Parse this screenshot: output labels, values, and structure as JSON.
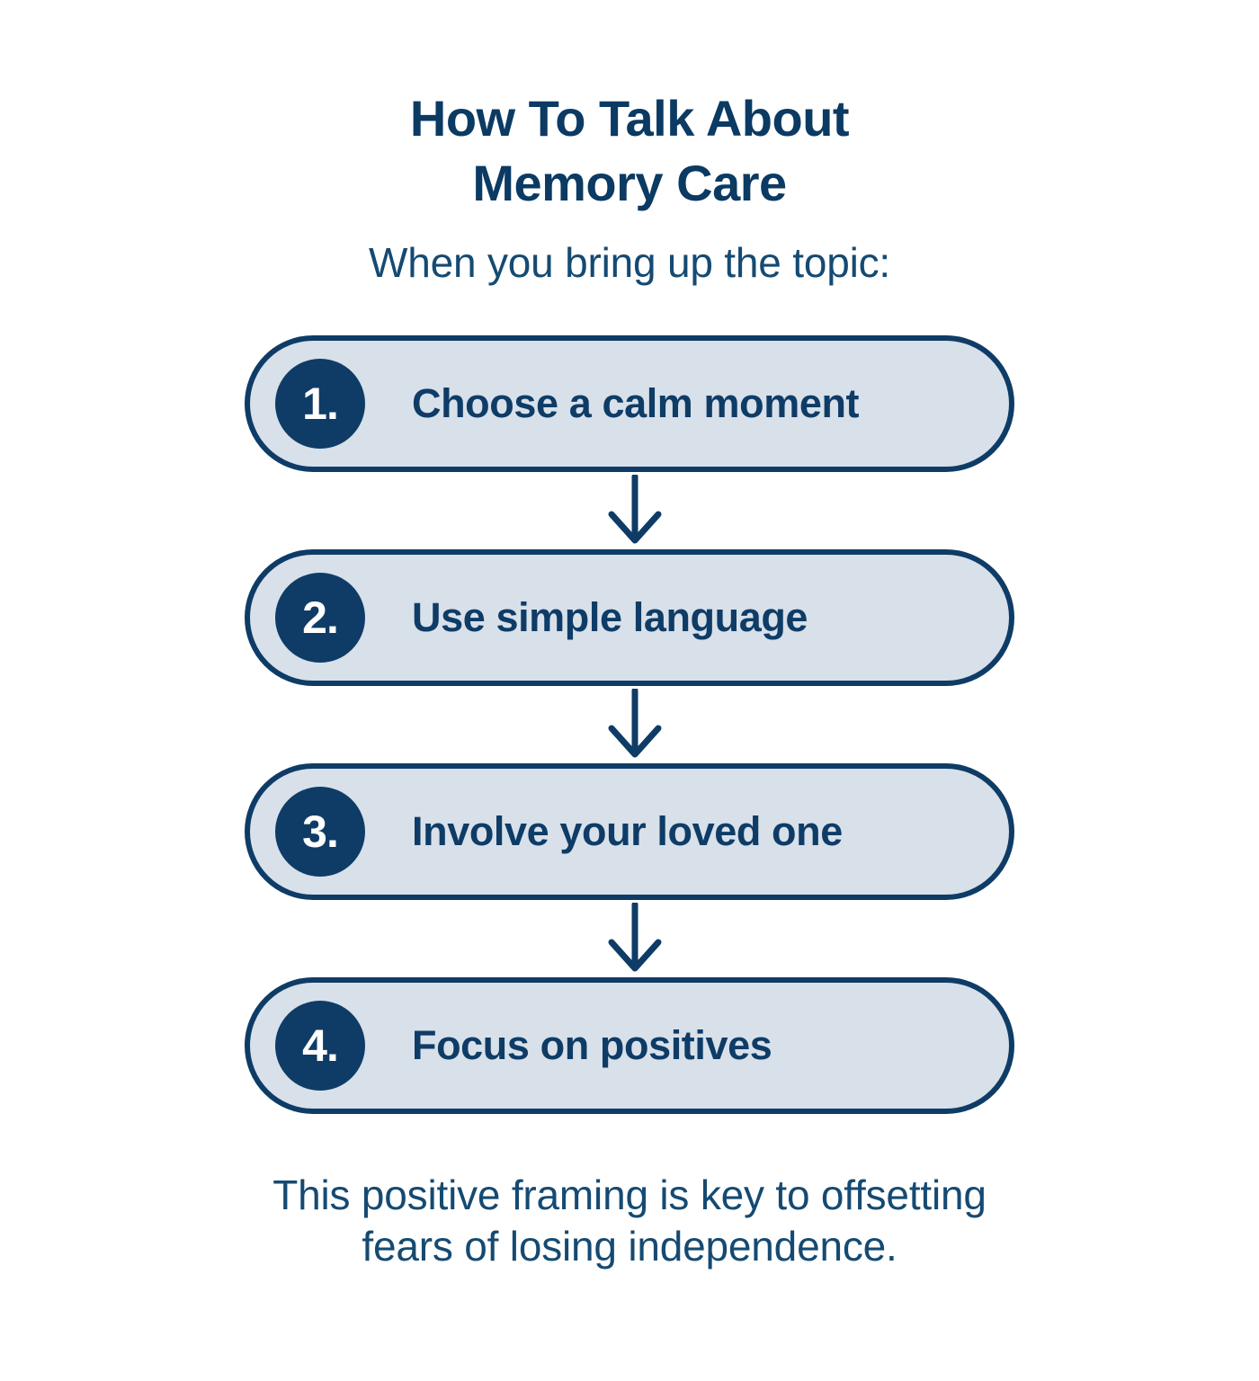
{
  "colors": {
    "background": "#ffffff",
    "navy_dark": "#0e3c66",
    "navy_title": "#0b3a63",
    "navy_light_text": "#154a72",
    "pill_fill": "#d8e0ea",
    "badge_text": "#ffffff"
  },
  "header": {
    "title_line1": "How To Talk About",
    "title_line2": "Memory Care",
    "subtitle": "When you bring up the topic:"
  },
  "flow": {
    "steps": [
      {
        "number": "1.",
        "label": "Choose a calm moment"
      },
      {
        "number": "2.",
        "label": "Use simple language"
      },
      {
        "number": "3.",
        "label": "Involve your loved one"
      },
      {
        "number": "4.",
        "label": "Focus on positives"
      }
    ],
    "connector_icon": "arrow-down-icon"
  },
  "footer": {
    "line1": "This positive framing is key to offsetting",
    "line2": "fears of losing independence."
  }
}
